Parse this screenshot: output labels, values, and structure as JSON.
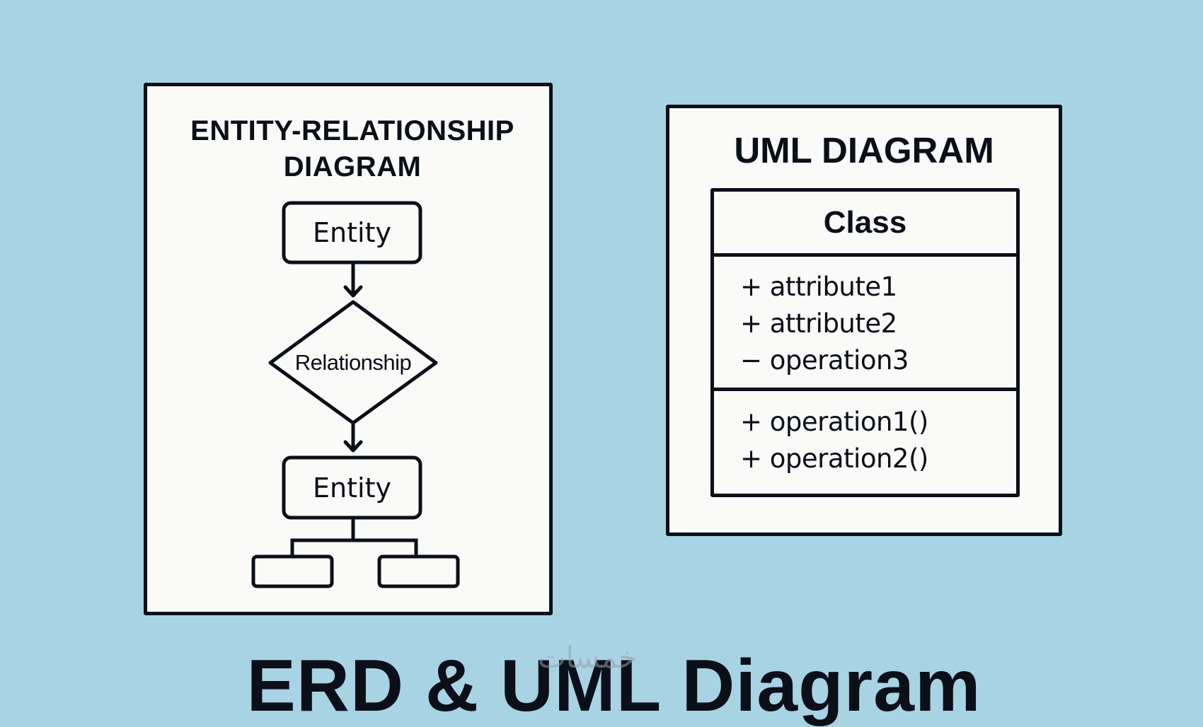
{
  "colors": {
    "background": "#a8d3e3",
    "panel": "#fafaf8",
    "ink": "#0b0f18"
  },
  "erd": {
    "title_line1": "ENTITY-RELATIONSHIP",
    "title_line2": "DIAGRAM",
    "top_entity": "Entity",
    "relationship": "Relationship",
    "bottom_entity": "Entity",
    "child_boxes": [
      "",
      ""
    ]
  },
  "uml": {
    "title": "UML DIAGRAM",
    "class_name": "Class",
    "attributes": [
      "+ attribute1",
      "+ attribute2",
      "− operation3"
    ],
    "operations": [
      "+ operation1()",
      "+ operation2()"
    ]
  },
  "footer": {
    "title": "ERD & UML Diagram",
    "watermark": "خمسات"
  }
}
